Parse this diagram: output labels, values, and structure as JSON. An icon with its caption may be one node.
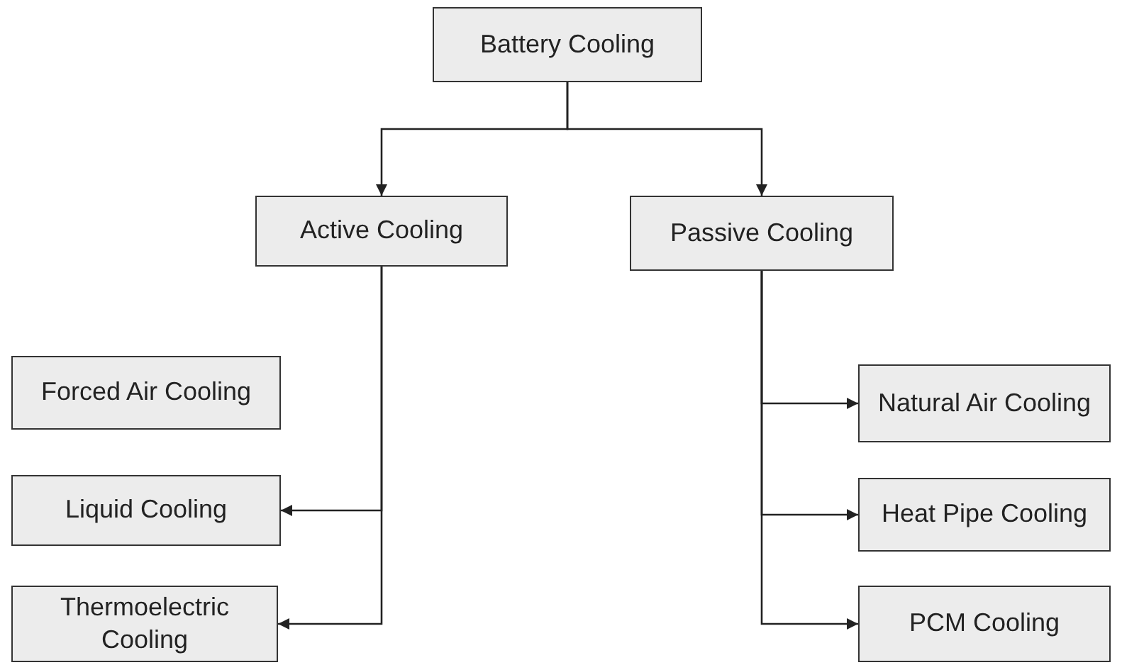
{
  "diagram": {
    "nodes": [
      {
        "text": [
          "Battery Cooling"
        ]
      },
      {
        "text": [
          "Active Cooling"
        ]
      },
      {
        "text": [
          "Passive Cooling"
        ]
      },
      {
        "text": [
          "Forced Air Cooling"
        ]
      },
      {
        "text": [
          "Liquid Cooling"
        ]
      },
      {
        "text": [
          "Thermoelectric Cooling"
        ]
      },
      {
        "text": [
          "Natural Air Cooling"
        ]
      },
      {
        "text": [
          "Heat Pipe Cooling"
        ]
      },
      {
        "text": [
          "PCM Cooling"
        ]
      }
    ],
    "edges": [
      {
        "from": 0,
        "to": 1,
        "arrow": "to"
      },
      {
        "from": 0,
        "to": 2,
        "arrow": "to"
      },
      {
        "from": 1,
        "to": 4,
        "arrow": "to"
      },
      {
        "from": 1,
        "to": 5,
        "arrow": "to"
      },
      {
        "from": 2,
        "to": 6,
        "arrow": "to"
      },
      {
        "from": 2,
        "to": 7,
        "arrow": "to"
      },
      {
        "from": 2,
        "to": 8,
        "arrow": "to"
      }
    ]
  }
}
